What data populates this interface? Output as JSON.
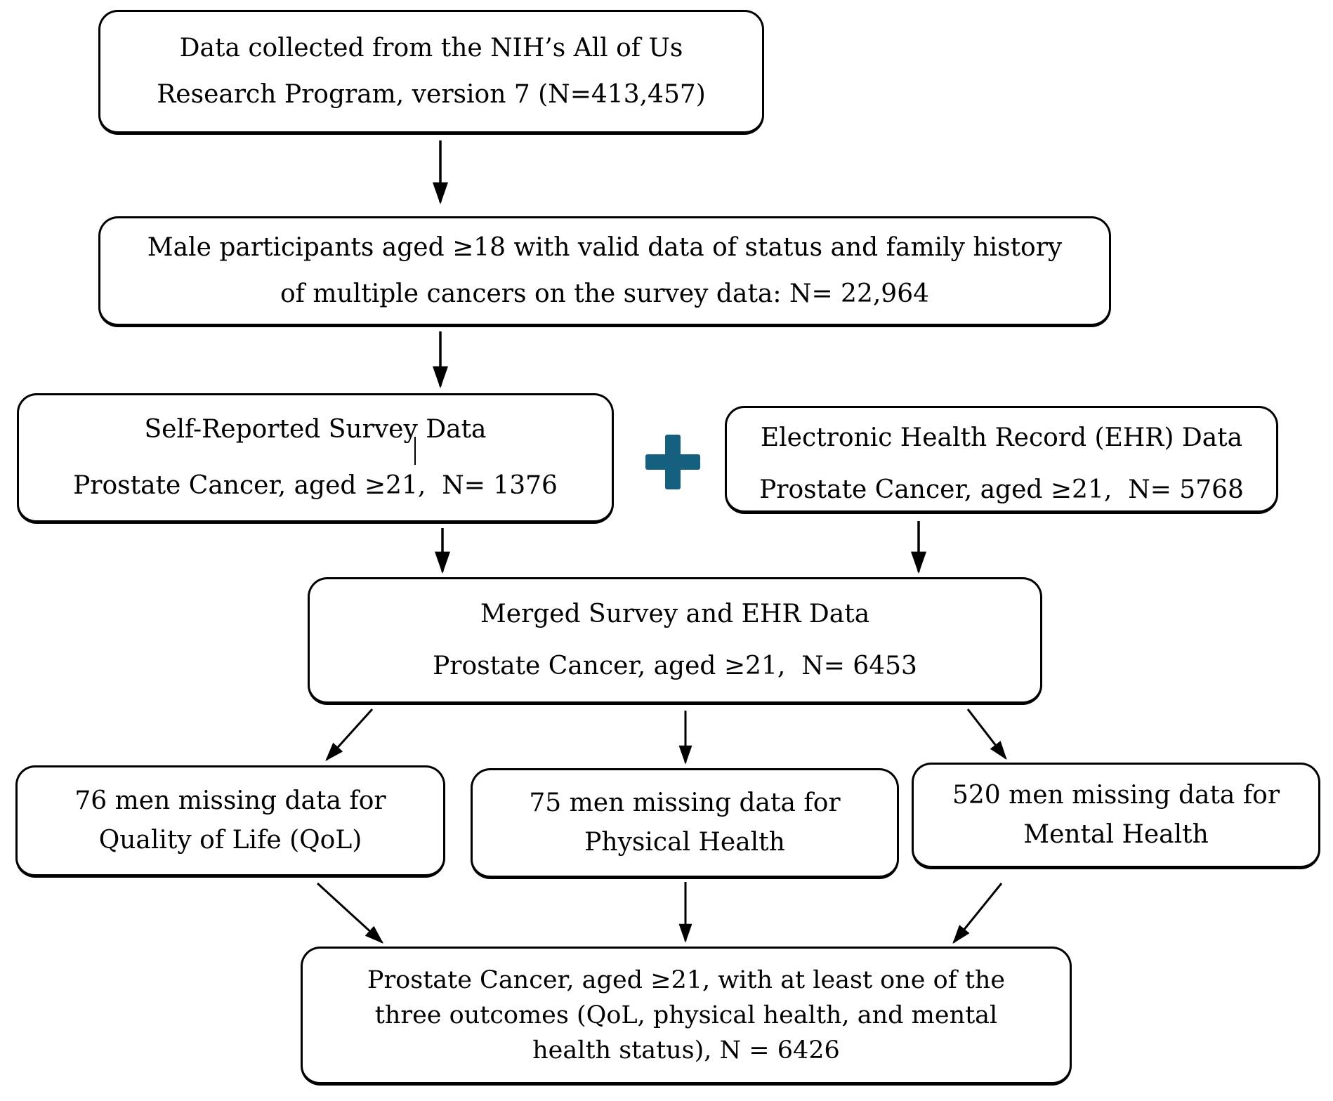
{
  "diagram": {
    "type": "flowchart",
    "accent_color": "#15607E",
    "plus_icon": {
      "name": "plus-icon",
      "glyph": "+",
      "color": "#15607E"
    },
    "boxes": {
      "source": {
        "lines": [
          "Data collected from the NIH’s All of Us",
          "Research Program, version 7 (N=413,457)"
        ]
      },
      "eligible": {
        "lines": [
          "Male participants aged ≥18 with valid data of status and family history",
          "of multiple cancers on the survey data: N= 22,964"
        ]
      },
      "survey": {
        "lines": [
          "Self-Reported Survey Data",
          "Prostate Cancer, aged ≥21,  N= 1376"
        ]
      },
      "ehr": {
        "lines": [
          "Electronic Health Record (EHR) Data",
          "Prostate Cancer, aged ≥21,  N= 5768"
        ]
      },
      "merged": {
        "lines": [
          "Merged Survey and EHR Data",
          "Prostate Cancer, aged ≥21,  N= 6453"
        ]
      },
      "missing_qol": {
        "lines": [
          "76 men missing data for",
          "Quality of Life (QoL)"
        ]
      },
      "missing_physical": {
        "lines": [
          "75 men missing data for",
          "Physical Health"
        ]
      },
      "missing_mental": {
        "lines": [
          "520 men missing data for",
          "Mental Health"
        ]
      },
      "final": {
        "lines": [
          "Prostate Cancer, aged ≥21, with at least one of the",
          "three outcomes (QoL, physical health, and mental",
          "health status), N = 6426"
        ]
      }
    }
  }
}
